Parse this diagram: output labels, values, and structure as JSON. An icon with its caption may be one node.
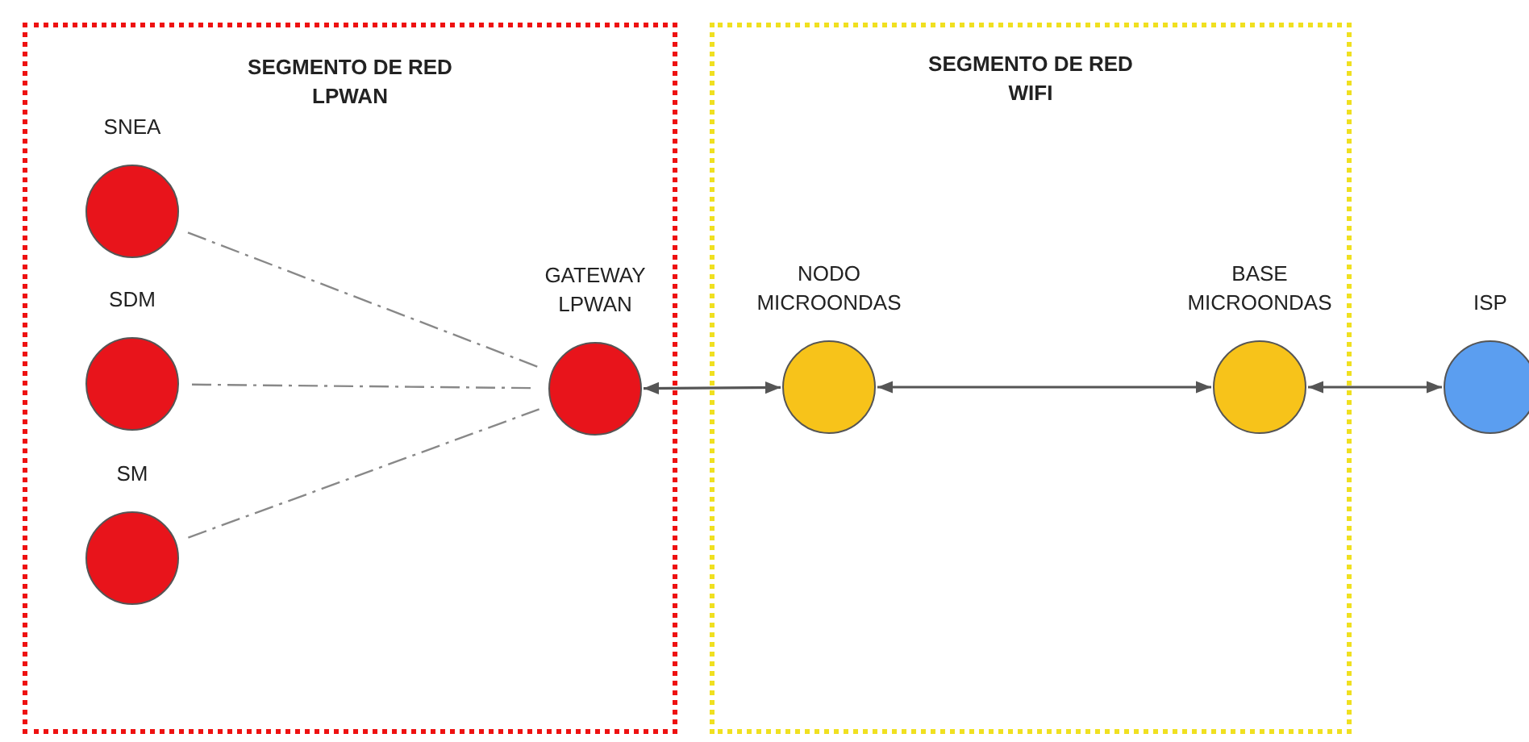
{
  "diagram": {
    "nodes": [
      {
        "text": [
          "SEGMENTO DE RED LPWAN"
        ]
      },
      {
        "text": [
          "SNEA"
        ],
        "in": 0
      },
      {
        "text": [
          "SDM"
        ],
        "in": 0
      },
      {
        "text": [
          "SM"
        ],
        "in": 0
      },
      {
        "text": [
          "GATEWAY LPWAN"
        ],
        "in": 0
      },
      {
        "text": [
          "SEGMENTO DE RED WIFI"
        ]
      },
      {
        "text": [
          "NODO MICROONDAS"
        ],
        "in": 5
      },
      {
        "text": [
          "BASE MICROONDAS"
        ],
        "in": 5
      },
      {
        "text": [
          "ISP"
        ]
      }
    ],
    "edges": [
      {
        "from": 1,
        "to": 4,
        "arrow": "none",
        "style": "dashed"
      },
      {
        "from": 2,
        "to": 4,
        "arrow": "none",
        "style": "dashed"
      },
      {
        "from": 3,
        "to": 4,
        "arrow": "none",
        "style": "dashed"
      },
      {
        "from": 4,
        "to": 6,
        "arrow": "both"
      },
      {
        "from": 6,
        "to": 7,
        "arrow": "both"
      },
      {
        "from": 7,
        "to": 8,
        "arrow": "both"
      }
    ]
  }
}
